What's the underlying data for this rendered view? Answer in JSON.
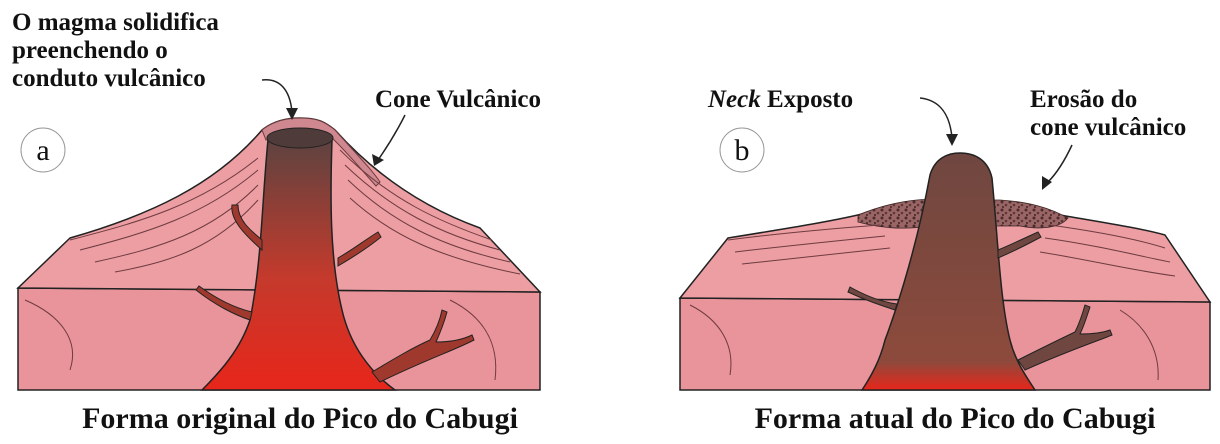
{
  "panel_a": {
    "letter": "a",
    "callout_neck_line1": "O magma solidifica",
    "callout_neck_line2": "preenchendo o",
    "callout_neck_line3": "conduto vulcânico",
    "callout_cone": "Cone Vulcânico",
    "caption": "Forma original do Pico do Cabugi"
  },
  "panel_b": {
    "letter": "b",
    "callout_neck_italic": "Neck",
    "callout_neck_rest": " Exposto",
    "callout_erosion_line1": "Erosão do",
    "callout_erosion_line2": "cone vulcânico",
    "caption": "Forma atual do Pico do Cabugi"
  },
  "colors": {
    "block_front": "#e9939a",
    "block_top": "#f1b3b8",
    "cone": "#ec9ea3",
    "cone_edge": "#b07078",
    "magma_hot": "#e8261b",
    "magma_cool": "#6f4740",
    "rubble": "#7a4d4d"
  }
}
